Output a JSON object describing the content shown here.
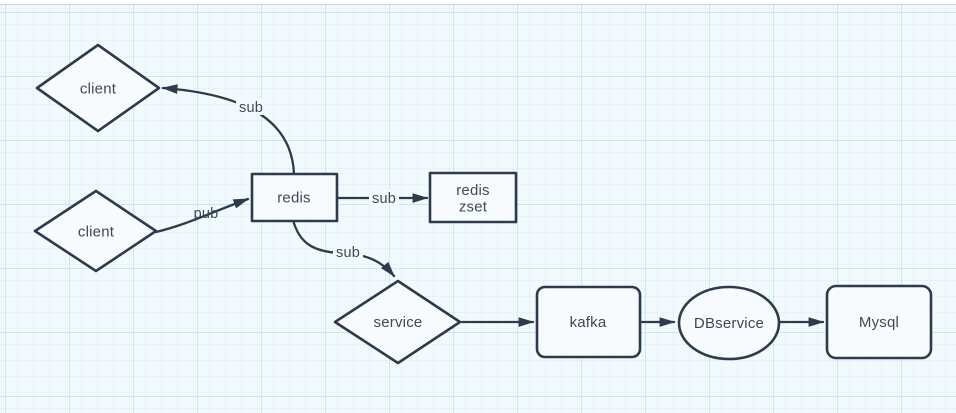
{
  "canvas": {
    "background": "#f3fafd",
    "grid_major_color": "#cde8f4",
    "grid_minor_color": "#e4f2f9",
    "top_strip_color": "#ffffff"
  },
  "style": {
    "shape_stroke": "#2e3b4c",
    "shape_fill": "#f7fbfd",
    "text_color": "#3f4956"
  },
  "nodes": [
    {
      "id": "client-top",
      "shape": "diamond",
      "label": "client"
    },
    {
      "id": "client-bottom",
      "shape": "diamond",
      "label": "client"
    },
    {
      "id": "redis",
      "shape": "rectangle",
      "label": "redis"
    },
    {
      "id": "redis-zset",
      "shape": "rectangle",
      "lines": [
        "redis",
        "zset"
      ]
    },
    {
      "id": "service",
      "shape": "diamond",
      "label": "service"
    },
    {
      "id": "kafka",
      "shape": "rounded-rectangle",
      "label": "kafka"
    },
    {
      "id": "dbservice",
      "shape": "ellipse",
      "label": "DBservice"
    },
    {
      "id": "mysql",
      "shape": "rounded-rectangle",
      "label": "Mysql"
    }
  ],
  "edges": [
    {
      "from": "redis",
      "to": "client-top",
      "label": "sub"
    },
    {
      "from": "client-bottom",
      "to": "redis",
      "label": "pub"
    },
    {
      "from": "redis",
      "to": "redis-zset",
      "label": "sub"
    },
    {
      "from": "redis",
      "to": "service",
      "label": "sub"
    },
    {
      "from": "service",
      "to": "kafka",
      "label": ""
    },
    {
      "from": "kafka",
      "to": "dbservice",
      "label": ""
    },
    {
      "from": "dbservice",
      "to": "mysql",
      "label": ""
    }
  ]
}
